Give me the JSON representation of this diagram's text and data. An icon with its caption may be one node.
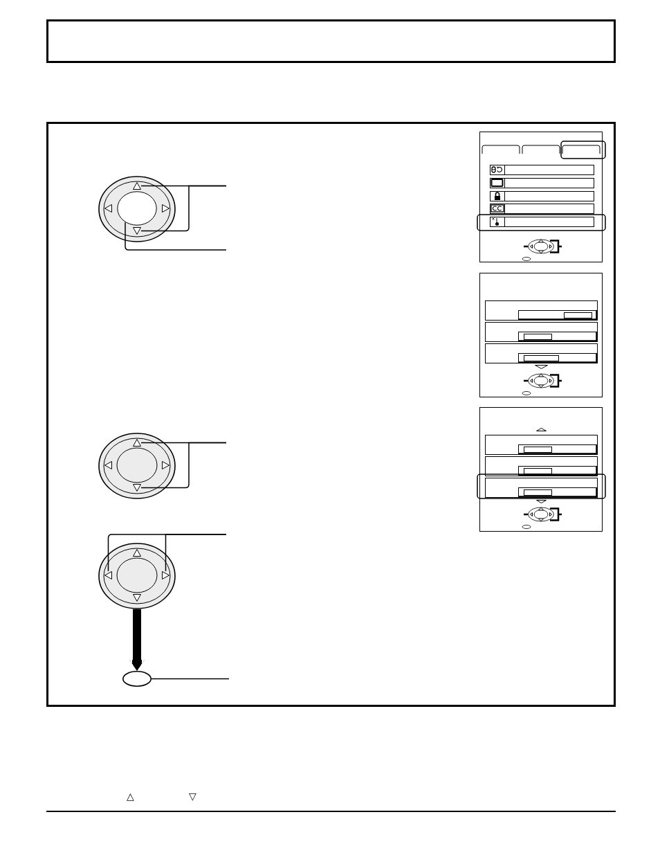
{
  "diagram": {
    "nodes": [
      {
        "text": [],
        "shape": "picture"
      },
      {
        "text": [],
        "shape": "triangle",
        "in": 0
      },
      {
        "text": [],
        "shape": "ellipse",
        "in": 0
      },
      {
        "text": [],
        "shape": "triangle",
        "in": 0
      },
      {
        "text": [],
        "shape": "picture"
      },
      {
        "text": [],
        "shape": "triangle",
        "in": 4
      },
      {
        "text": [],
        "shape": "triangle",
        "in": 4
      },
      {
        "text": [],
        "shape": "picture"
      },
      {
        "text": [],
        "shape": "triangle",
        "in": 7
      },
      {
        "text": [],
        "shape": "triangle",
        "in": 7
      },
      {
        "text": [],
        "shape": "ellipse"
      }
    ],
    "edges": [
      {
        "from": 1,
        "to": null,
        "arrow": "none"
      },
      {
        "from": 3,
        "to": null,
        "arrow": "none"
      },
      {
        "from": 2,
        "to": null,
        "arrow": "none"
      },
      {
        "from": 5,
        "to": null,
        "arrow": "none"
      },
      {
        "from": 6,
        "to": null,
        "arrow": "none"
      },
      {
        "from": 8,
        "to": null,
        "arrow": "none"
      },
      {
        "from": 9,
        "to": null,
        "arrow": "none"
      },
      {
        "from": 7,
        "to": 10,
        "arrow": "to",
        "style": "thick"
      },
      {
        "from": 10,
        "to": null,
        "arrow": "none"
      }
    ],
    "labels": [
      "△",
      "▽"
    ]
  }
}
